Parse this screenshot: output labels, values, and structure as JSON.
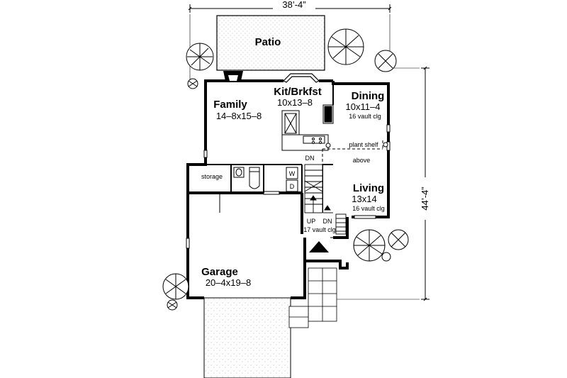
{
  "dimensions": {
    "width": "38’-4”",
    "depth": "44’-4”"
  },
  "rooms": {
    "patio": {
      "name": "Patio"
    },
    "kitchen": {
      "name": "Kit/Brkfst",
      "size": "10x13–8"
    },
    "dining": {
      "name": "Dining",
      "size": "10x11–4",
      "note": "16 vault clg"
    },
    "family": {
      "name": "Family",
      "size": "14–8x15–8"
    },
    "living": {
      "name": "Living",
      "size": "13x14",
      "note": "16 vault clg"
    },
    "garage": {
      "name": "Garage",
      "size": "20–4x19–8"
    },
    "storage": {
      "name": "storage"
    }
  },
  "labels": {
    "plant_shelf": "plant shelf",
    "plant_shelf_2": "above",
    "stair_dn_top": "DN",
    "stair_up": "UP",
    "stair_dn": "DN",
    "foyer_vault": "17 vault clg",
    "washer": "W",
    "dryer": "D"
  }
}
